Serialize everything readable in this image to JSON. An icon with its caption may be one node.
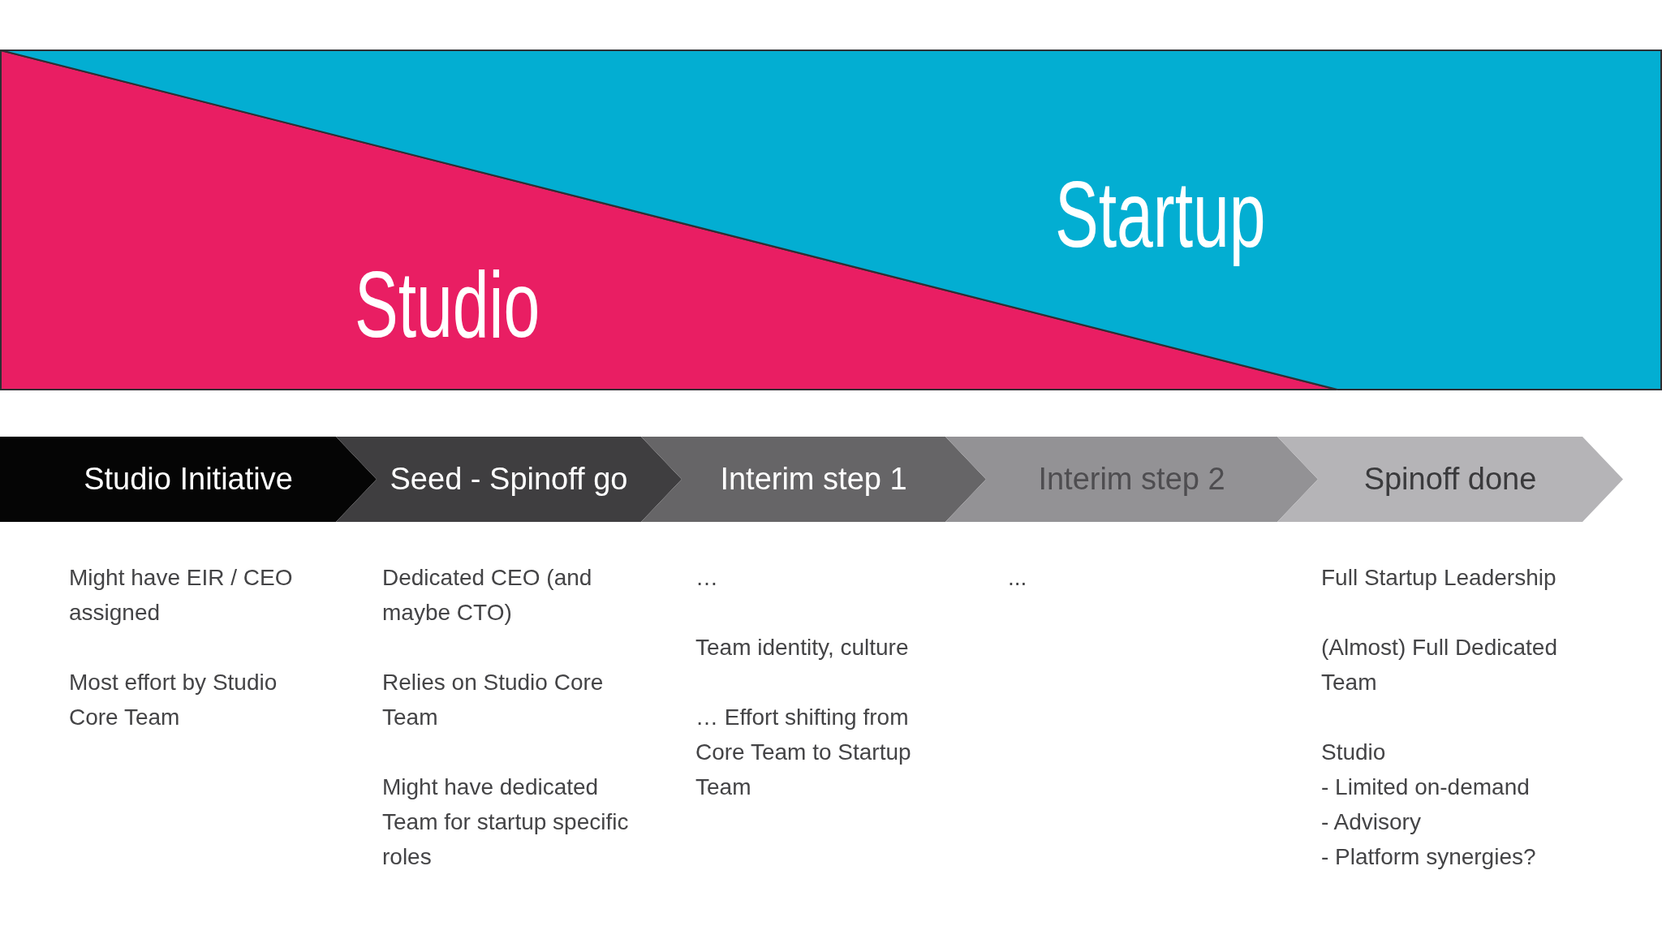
{
  "diagram": {
    "nodes": [
      {
        "text": [
          "Studio"
        ]
      },
      {
        "text": [
          "Startup"
        ]
      },
      {
        "text": [
          "Studio Initiative"
        ],
        "beside": [
          "Might have EIR / CEO assigned",
          "Most effort by Studio Core Team"
        ]
      },
      {
        "text": [
          "Seed - Spinoff go"
        ],
        "beside": [
          "Dedicated CEO (and maybe CTO)",
          "Relies on Studio Core Team",
          "Might have dedicated Team for startup specific roles"
        ]
      },
      {
        "text": [
          "Interim step 1"
        ],
        "beside": [
          "…",
          "Team identity, culture",
          "… Effort shifting from Core Team to Startup Team"
        ]
      },
      {
        "text": [
          "Interim step 2"
        ],
        "beside": [
          "..."
        ]
      },
      {
        "text": [
          "Spinoff done"
        ],
        "beside": [
          "Full Startup Leadership",
          "(Almost) Full Dedicated Team",
          "Studio",
          "- Limited on-demand",
          "- Advisory",
          "- Platform synergies?"
        ]
      }
    ]
  }
}
